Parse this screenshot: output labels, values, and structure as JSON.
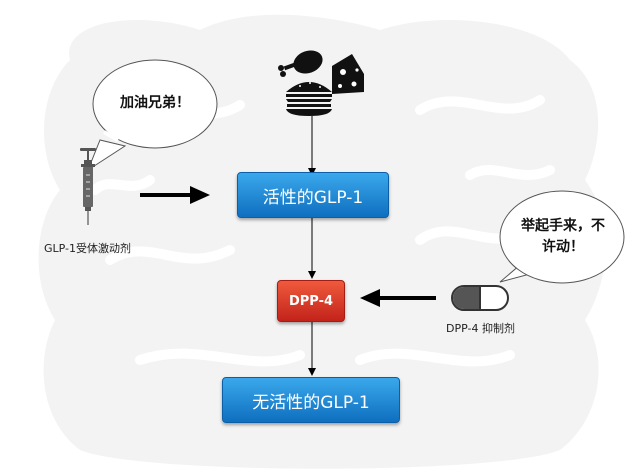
{
  "nodes": {
    "active_glp1": "活性的GLP-1",
    "dpp4": "DPP-4",
    "inactive_glp1": "无活性的GLP-1"
  },
  "labels": {
    "agonist": "GLP-1受体激动剂",
    "inhibitor": "DPP-4 抑制剂"
  },
  "bubbles": {
    "left": "加油兄弟！",
    "right_line1": "举起手来，不",
    "right_line2": "许动！"
  },
  "icons": [
    "chicken-leg-icon",
    "cheese-icon",
    "burger-icon",
    "syringe-icon",
    "pill-capsule-icon"
  ],
  "colors": {
    "blue_box": "#1a86d6",
    "red_box": "#d9341f",
    "arrow": "#000000",
    "background_shape": "#f2f2f2"
  }
}
